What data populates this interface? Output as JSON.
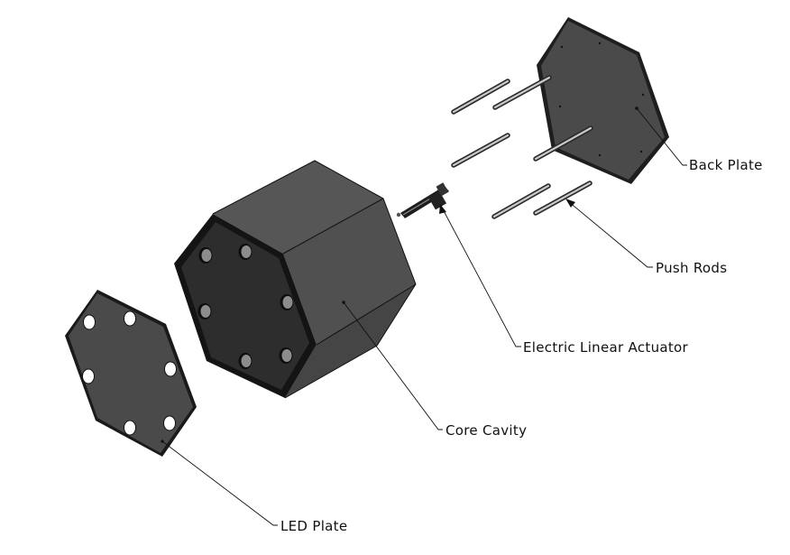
{
  "labels": {
    "back_plate": "Back Plate",
    "push_rods": "Push Rods",
    "actuator": "Electric Linear Actuator",
    "core_cavity": "Core Cavity",
    "led_plate": "LED Plate"
  },
  "colors": {
    "plate": "#4a4a4a",
    "plate_edge": "#1a1a1a",
    "core_front": "#2b2b2b",
    "core_top": "#555555",
    "core_side": "#4d4d4d",
    "rod": "#9a9a9a",
    "background": "#ffffff"
  }
}
